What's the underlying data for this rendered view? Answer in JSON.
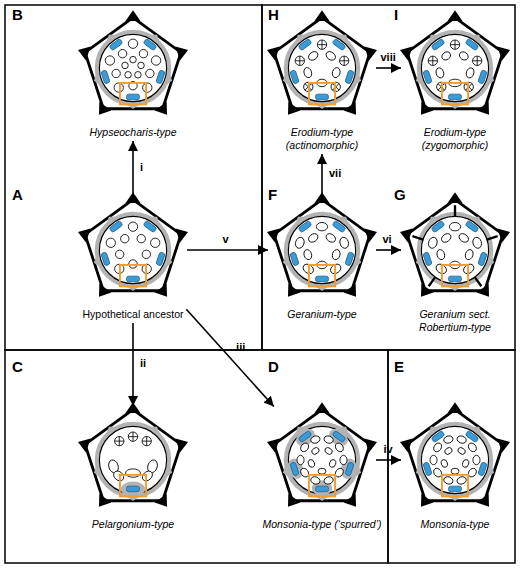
{
  "diagram": {
    "nodes": [
      {
        "text": [
          "B",
          "Hypseocharis-type"
        ]
      },
      {
        "text": [
          "H",
          "Erodium-type (actinomorphic)"
        ]
      },
      {
        "text": [
          "I",
          "Erodium-type (zygomorphic)"
        ]
      },
      {
        "text": [
          "A",
          "Hypothetical ancestor"
        ]
      },
      {
        "text": [
          "F",
          "Geranium-type"
        ]
      },
      {
        "text": [
          "G",
          "Geranium sect. Robertium-type"
        ]
      },
      {
        "text": [
          "C",
          "Pelargonium-type"
        ]
      },
      {
        "text": [
          "D",
          "Monsonia-type (‘spurred’)"
        ]
      },
      {
        "text": [
          "E",
          "Monsonia-type"
        ]
      }
    ],
    "edges": [
      {
        "from": 3,
        "to": 0,
        "arrow": "to",
        "label": "i"
      },
      {
        "from": 3,
        "to": 6,
        "arrow": "to",
        "label": "ii"
      },
      {
        "from": 3,
        "to": 7,
        "arrow": "to",
        "label": "iii"
      },
      {
        "from": 7,
        "to": 8,
        "arrow": "to",
        "label": "iv"
      },
      {
        "from": 3,
        "to": 4,
        "arrow": "to",
        "label": "v"
      },
      {
        "from": 4,
        "to": 5,
        "arrow": "to",
        "label": "vi"
      },
      {
        "from": 4,
        "to": 1,
        "arrow": "to",
        "label": "vii"
      },
      {
        "from": 1,
        "to": 2,
        "arrow": "to",
        "label": "viii"
      }
    ]
  }
}
